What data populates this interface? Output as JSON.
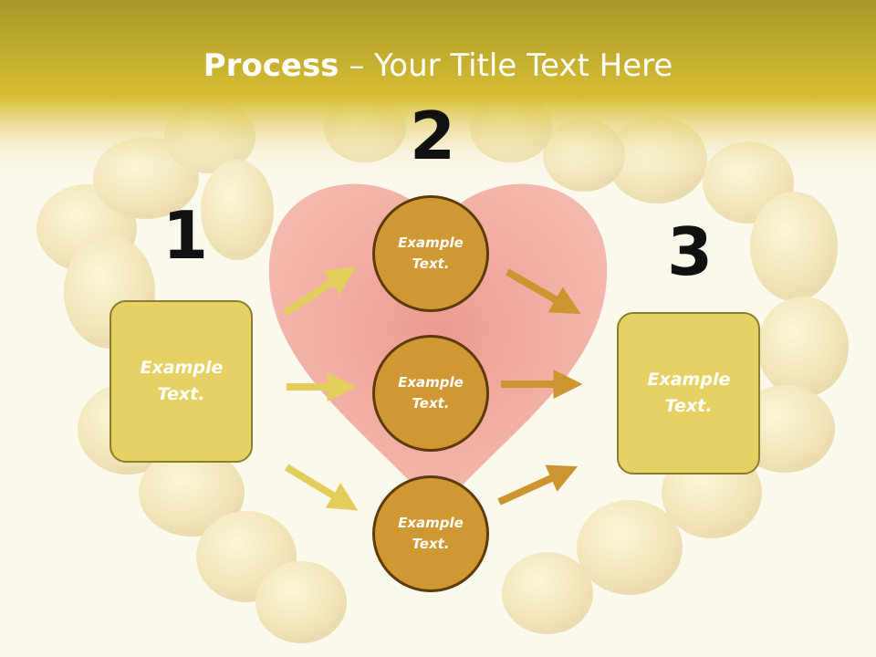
{
  "title": {
    "bold": "Process",
    "rest": " – Your Title Text Here"
  },
  "steps": [
    {
      "number": "1",
      "text": "Example\nText."
    },
    {
      "number": "2",
      "text": "Example\nText."
    },
    {
      "number": "3",
      "text": "Example\nText."
    }
  ],
  "circles": [
    {
      "text": "Example\nText."
    },
    {
      "text": "Example\nText."
    },
    {
      "text": "Example\nText."
    }
  ],
  "colors": {
    "banner": "#c8b22a",
    "box_fill": "#e6d164",
    "circle_fill": "#cf9832",
    "arrow_light": "#e3ce5c",
    "arrow_dark": "#cc952f",
    "heart": "#e5524a"
  }
}
